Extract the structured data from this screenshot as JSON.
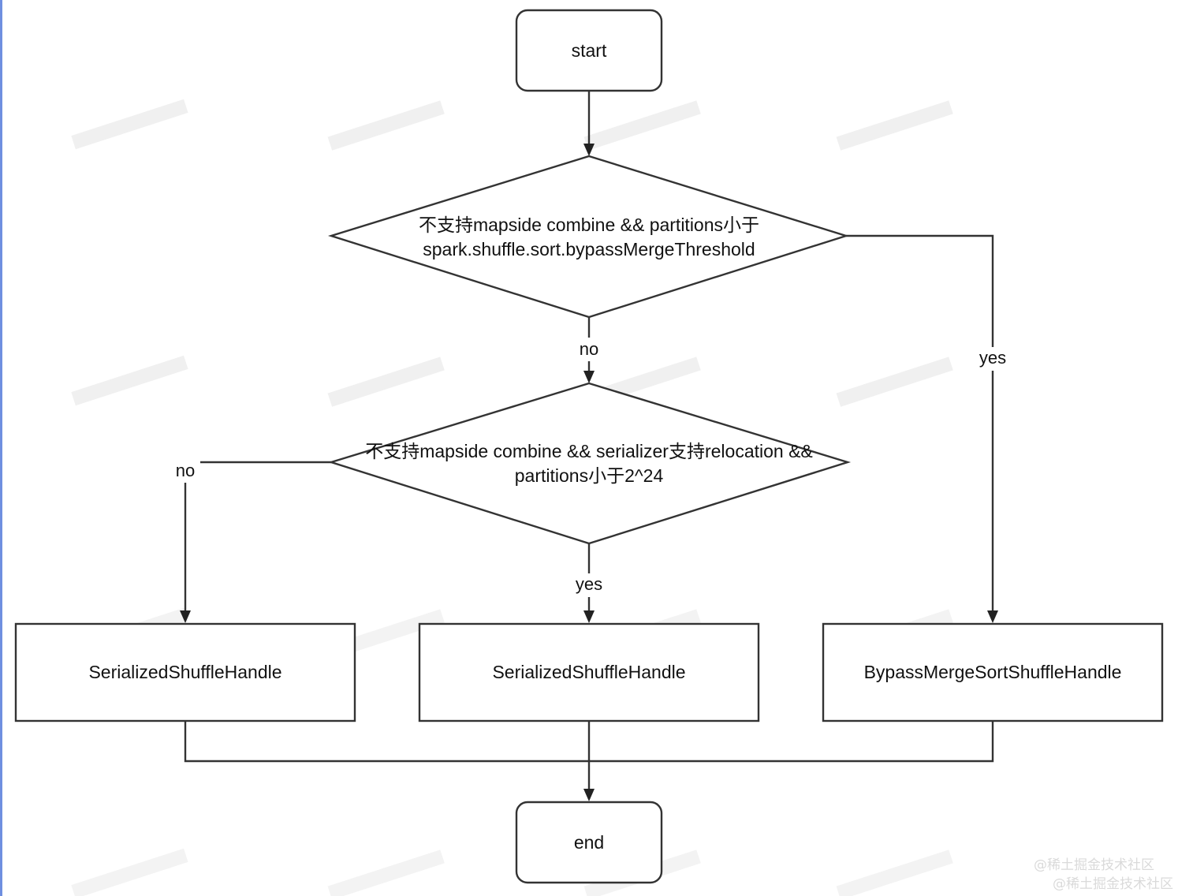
{
  "nodes": {
    "start": {
      "label": "start"
    },
    "decision1": {
      "line1": "不支持mapside combine &&  partitions小于",
      "line2": "spark.shuffle.sort.bypassMergeThreshold"
    },
    "decision2": {
      "line1": "不支持mapside combine &&  serializer支持relocation &&",
      "line2": "partitions小于2^24"
    },
    "handle_left": {
      "label": "SerializedShuffleHandle"
    },
    "handle_middle": {
      "label": "SerializedShuffleHandle"
    },
    "handle_right": {
      "label": "BypassMergeSortShuffleHandle"
    },
    "end": {
      "label": "end"
    }
  },
  "edges": {
    "d1_no": "no",
    "d1_yes": "yes",
    "d2_no": "no",
    "d2_yes": "yes"
  },
  "watermarks": {
    "line1": "@稀土掘金技术社区",
    "line2": "@稀土掘金技术社区"
  },
  "colors": {
    "stroke": "#333333",
    "text": "#111111",
    "left_edge": "#6f8fe0"
  }
}
